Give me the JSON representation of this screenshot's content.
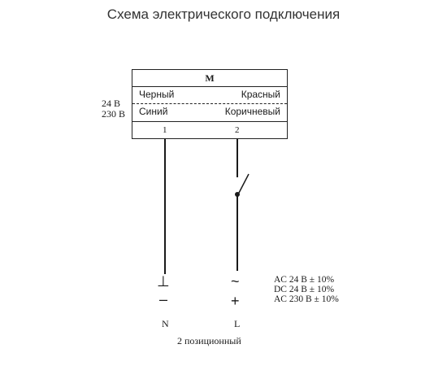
{
  "title": "Схема электрического подключения",
  "motor": {
    "label": "M",
    "row_a": {
      "left": "Черный",
      "right": "Красный"
    },
    "row_b": {
      "left": "Синий",
      "right": "Коричневый"
    },
    "terminals": [
      "1",
      "2"
    ]
  },
  "voltages": [
    "24 В",
    "230 В"
  ],
  "specs": [
    "AC 24 В  ± 10%",
    "DC 24 В  ± 10%",
    "AC 230 В  ± 10%"
  ],
  "wires": {
    "neutral": {
      "symbol_top": "⊥",
      "symbol_bottom": "–",
      "label": "N"
    },
    "live": {
      "symbol_top": "~",
      "symbol_bottom": "+",
      "label": "L"
    }
  },
  "caption": "2 позиционный"
}
